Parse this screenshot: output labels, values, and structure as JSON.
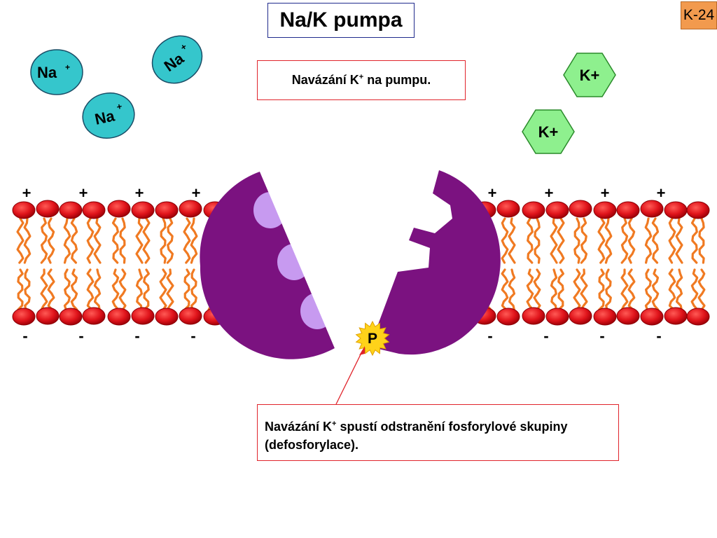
{
  "slide": {
    "title": "Na/K pumpa",
    "id": "K-24"
  },
  "notes": {
    "top": {
      "prefix": "Navázání K",
      "sup": "+",
      "suffix": " na pumpu."
    },
    "bottom": {
      "prefix": "Navázání K",
      "sup": "+",
      "suffix": " spustí odstranění fosforylové skupiny (defosforylace)."
    }
  },
  "ions": {
    "na_base": "Na",
    "na_charge": "+",
    "k_label": "K+"
  },
  "membrane": {
    "top_sign": "+",
    "bottom_sign": "-"
  },
  "phosphate": {
    "label": "P"
  },
  "colors": {
    "na_fill": "#35c6cc",
    "k_fill": "#8ef08e",
    "pump": "#7b1280",
    "binding_site": "#c79af0",
    "head": "#e0141b",
    "tail": "#f07a22",
    "phosphate": "#ffd21a",
    "arrow": "#e0242b"
  }
}
